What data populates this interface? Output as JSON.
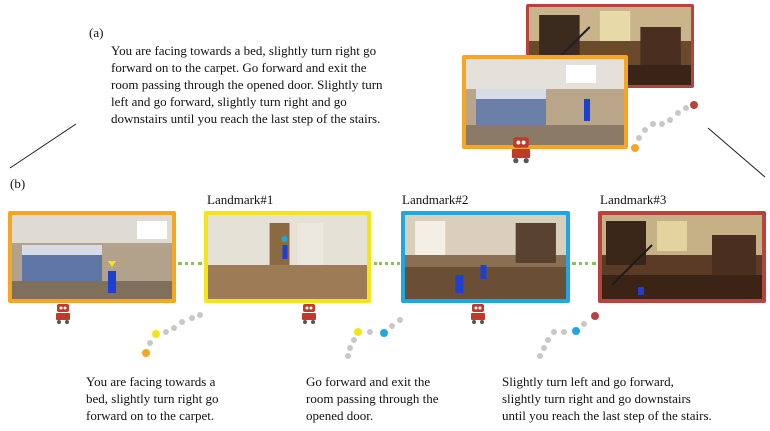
{
  "figure": {
    "part_a_label": "(a)",
    "part_b_label": "(b)",
    "instruction_full": [
      "You are facing towards a bed, slightly turn right go",
      "forward on to the carpet. Go forward and exit the",
      "room passing through the opened door. Slightly turn",
      "left and go forward, slightly turn right and go",
      "downstairs until you reach the last step of the stairs."
    ],
    "landmarks": [
      {
        "label": "Landmark#1"
      },
      {
        "label": "Landmark#2"
      },
      {
        "label": "Landmark#3"
      }
    ],
    "sub_instructions": [
      [
        "You are facing towards a",
        "bed, slightly turn right go",
        "forward on to the carpet."
      ],
      [
        "Go forward and exit the",
        "room passing through the",
        "opened door."
      ],
      [
        "Slightly turn left and go forward,",
        "slightly turn right and go downstairs",
        "until you reach the last step of the stairs."
      ]
    ],
    "colors": {
      "start": "#f5a623",
      "landmark1": "#f2e61a",
      "landmark2": "#1ea7e1",
      "landmark3": "#b5443f",
      "connector": "#8bc34a",
      "robot": "#c0392b"
    },
    "icons": [
      "robot-icon",
      "arrow-down-icon"
    ]
  }
}
